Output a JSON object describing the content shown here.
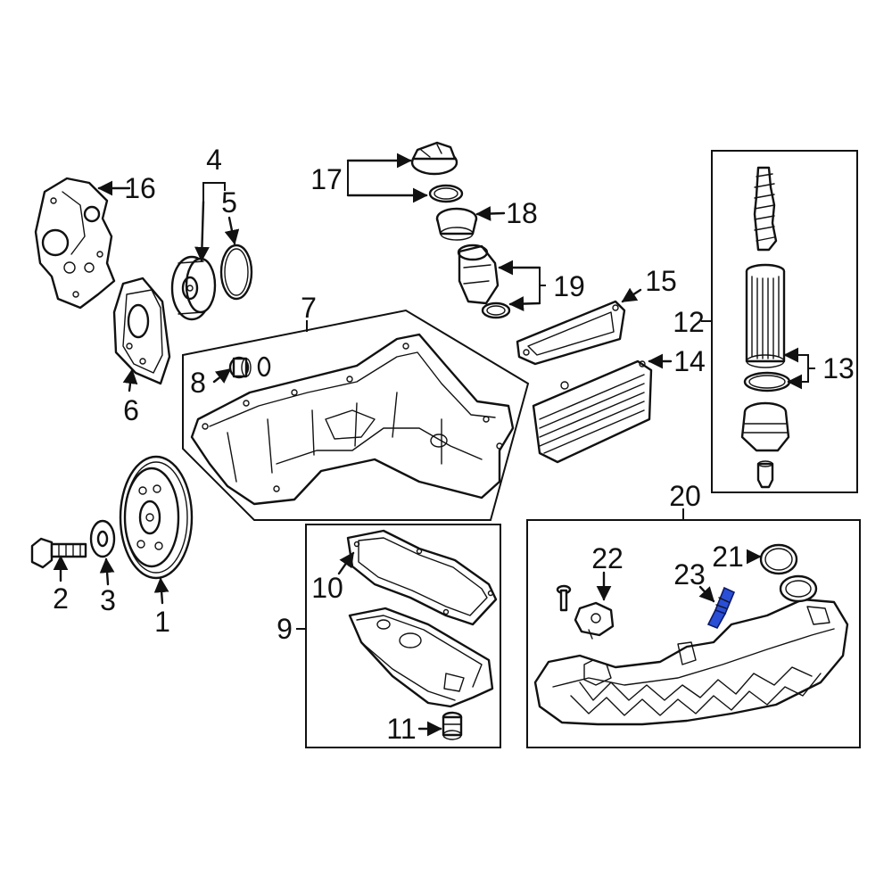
{
  "callouts": {
    "c1": "1",
    "c2": "2",
    "c3": "3",
    "c4": "4",
    "c5": "5",
    "c6": "6",
    "c7": "7",
    "c8": "8",
    "c9": "9",
    "c10": "10",
    "c11": "11",
    "c12": "12",
    "c13": "13",
    "c14": "14",
    "c15": "15",
    "c16": "16",
    "c17": "17",
    "c18": "18",
    "c19": "19",
    "c20": "20",
    "c21": "21",
    "c22": "22",
    "c23": "23"
  },
  "colors": {
    "highlight": "#2a4fd6",
    "line": "#111111",
    "background": "#ffffff"
  }
}
